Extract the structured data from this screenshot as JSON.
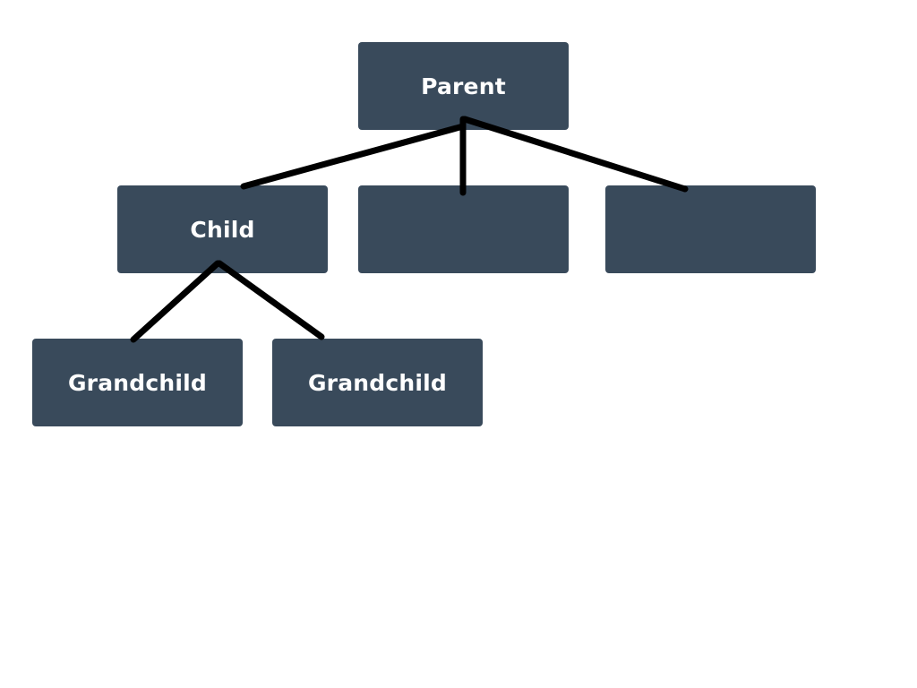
{
  "diagram": {
    "colors": {
      "node_fill": "#394a5b",
      "node_text": "#ffffff",
      "connector": "#000000",
      "background": "#ffffff"
    },
    "nodes": {
      "parent": {
        "label": "Parent"
      },
      "child_1": {
        "label": "Child"
      },
      "child_2": {
        "label": ""
      },
      "child_3": {
        "label": ""
      },
      "grandchild_1": {
        "label": "Grandchild"
      },
      "grandchild_2": {
        "label": "Grandchild"
      }
    },
    "edges": [
      {
        "from": "parent",
        "to": "child_1"
      },
      {
        "from": "parent",
        "to": "child_2"
      },
      {
        "from": "parent",
        "to": "child_3"
      },
      {
        "from": "child_1",
        "to": "grandchild_1"
      },
      {
        "from": "child_1",
        "to": "grandchild_2"
      }
    ]
  }
}
